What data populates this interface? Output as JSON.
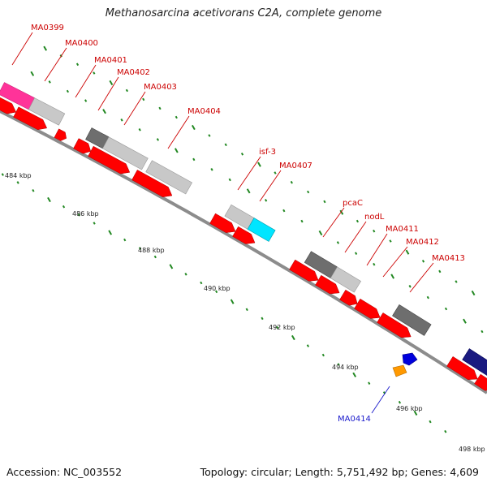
{
  "title": "Methanosarcina acetivorans C2A, complete genome",
  "footer": {
    "accession": "Accession: NC_003552",
    "info": "Topology: circular; Length: 5,751,492 bp; Genes: 4,609"
  },
  "colors": {
    "backbone": "#8c8c8c",
    "cds": "#ff0000",
    "tick": "#228822",
    "label_red": "#cc0000",
    "label_blue": "#1a1acc",
    "feature_grey": "#c8c8c8",
    "feature_dark": "#6e6e6e",
    "feature_magenta": "#ff3399",
    "feature_cyan": "#00e5ff",
    "feature_orange": "#ff9900",
    "feature_blue": "#0000dd",
    "feature_navy": "#1a1a80"
  },
  "kbp_labels": [
    "484 kbp",
    "486 kbp",
    "488 kbp",
    "490 kbp",
    "492 kbp",
    "494 kbp",
    "496 kbp",
    "498 kbp"
  ],
  "gene_labels": [
    {
      "text": "MA0399",
      "color": "red"
    },
    {
      "text": "MA0400",
      "color": "red"
    },
    {
      "text": "MA0401",
      "color": "red"
    },
    {
      "text": "MA0402",
      "color": "red"
    },
    {
      "text": "MA0403",
      "color": "red"
    },
    {
      "text": "MA0404",
      "color": "red"
    },
    {
      "text": "isf-3",
      "color": "red"
    },
    {
      "text": "MA0407",
      "color": "red"
    },
    {
      "text": "pcaC",
      "color": "red"
    },
    {
      "text": "nodL",
      "color": "red"
    },
    {
      "text": "MA0411",
      "color": "red"
    },
    {
      "text": "MA0412",
      "color": "red"
    },
    {
      "text": "MA0413",
      "color": "red"
    },
    {
      "text": "MA0414",
      "color": "blue"
    }
  ]
}
